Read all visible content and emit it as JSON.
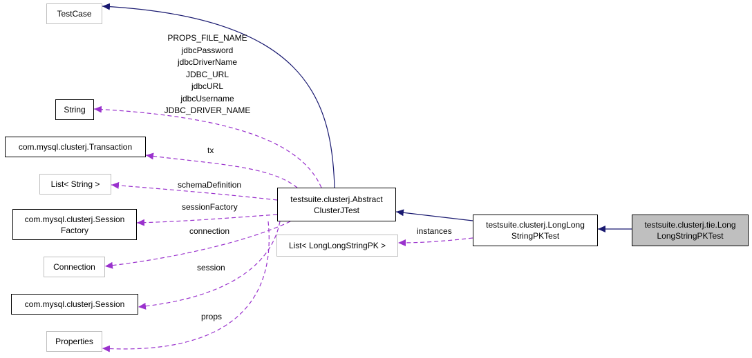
{
  "nodes": {
    "testcase": "TestCase",
    "string": "String",
    "transaction": "com.mysql.clusterj.Transaction",
    "list_string": "List< String >",
    "session_factory_1": "com.mysql.clusterj.Session",
    "session_factory_2": "Factory",
    "connection": "Connection",
    "session": "com.mysql.clusterj.Session",
    "properties": "Properties",
    "abstract_1": "testsuite.clusterj.Abstract",
    "abstract_2": "ClusterJTest",
    "list_pk": "List< LongLongStringPK >",
    "longlong_1": "testsuite.clusterj.LongLong",
    "longlong_2": "StringPKTest",
    "tie_1": "testsuite.clusterj.tie.Long",
    "tie_2": "LongStringPKTest"
  },
  "edge_labels": {
    "string_fields": [
      "PROPS_FILE_NAME",
      "jdbcPassword",
      "jdbcDriverName",
      "JDBC_URL",
      "jdbcURL",
      "jdbcUsername",
      "JDBC_DRIVER_NAME"
    ],
    "tx": "tx",
    "schemaDefinition": "schemaDefinition",
    "sessionFactory": "sessionFactory",
    "connection": "connection",
    "session": "session",
    "props": "props",
    "instances": "instances"
  },
  "colors": {
    "inheritance": "#191970",
    "association": "#9a32cd",
    "focus_fill": "#bfbfbf",
    "light_border": "#bfbfbf"
  }
}
